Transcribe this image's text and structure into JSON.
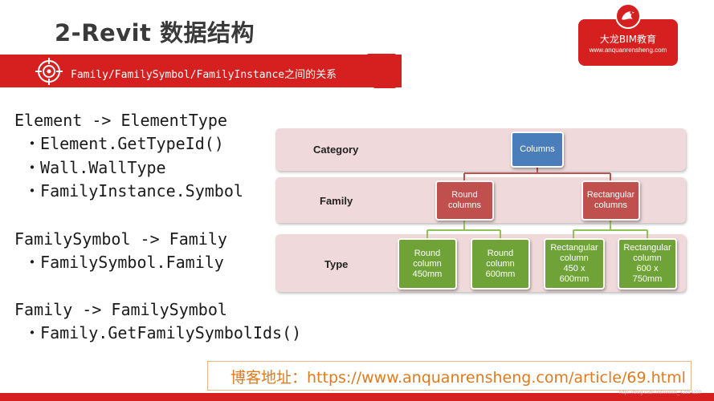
{
  "title": "2-Revit 数据结构",
  "brand": {
    "name": "大龙BIM教育",
    "url": "www.anquanrensheng.com"
  },
  "banner": {
    "text": "Family/FamilySymbol/FamilyInstance之间的关系"
  },
  "code_lines": [
    "Element -> ElementType",
    " ・Element.GetTypeId()",
    " ・Wall.WallType",
    " ・FamilyInstance.Symbol",
    "FamilySymbol -> Family",
    " ・FamilySymbol.Family",
    "Family -> FamilySymbol",
    " ・Family.GetFamilySymbolIds()"
  ],
  "diagram": {
    "rows": [
      "Category",
      "Family",
      "Type"
    ],
    "category_node": "Columns",
    "family_nodes": [
      "Round\ncolumns",
      "Rectangular\ncolumns"
    ],
    "type_nodes": [
      "Round\ncolumn\n450mm",
      "Round\ncolumn\n600mm",
      "Rectangular\ncolumn\n450 x\n600mm",
      "Rectangular\ncolumn\n600 x\n750mm"
    ],
    "colors": {
      "category": "#4a7ebb",
      "family": "#c0504d",
      "type": "#6fa237",
      "band": "#efd9da"
    }
  },
  "blog_link": "博客地址：https://www.anquanrensheng.com/article/69.html",
  "watermark": "https://blog.csdn.net/weixin_42254220",
  "icons": [
    "target-icon",
    "dragon-logo-icon",
    "speed-stripes-icon"
  ]
}
